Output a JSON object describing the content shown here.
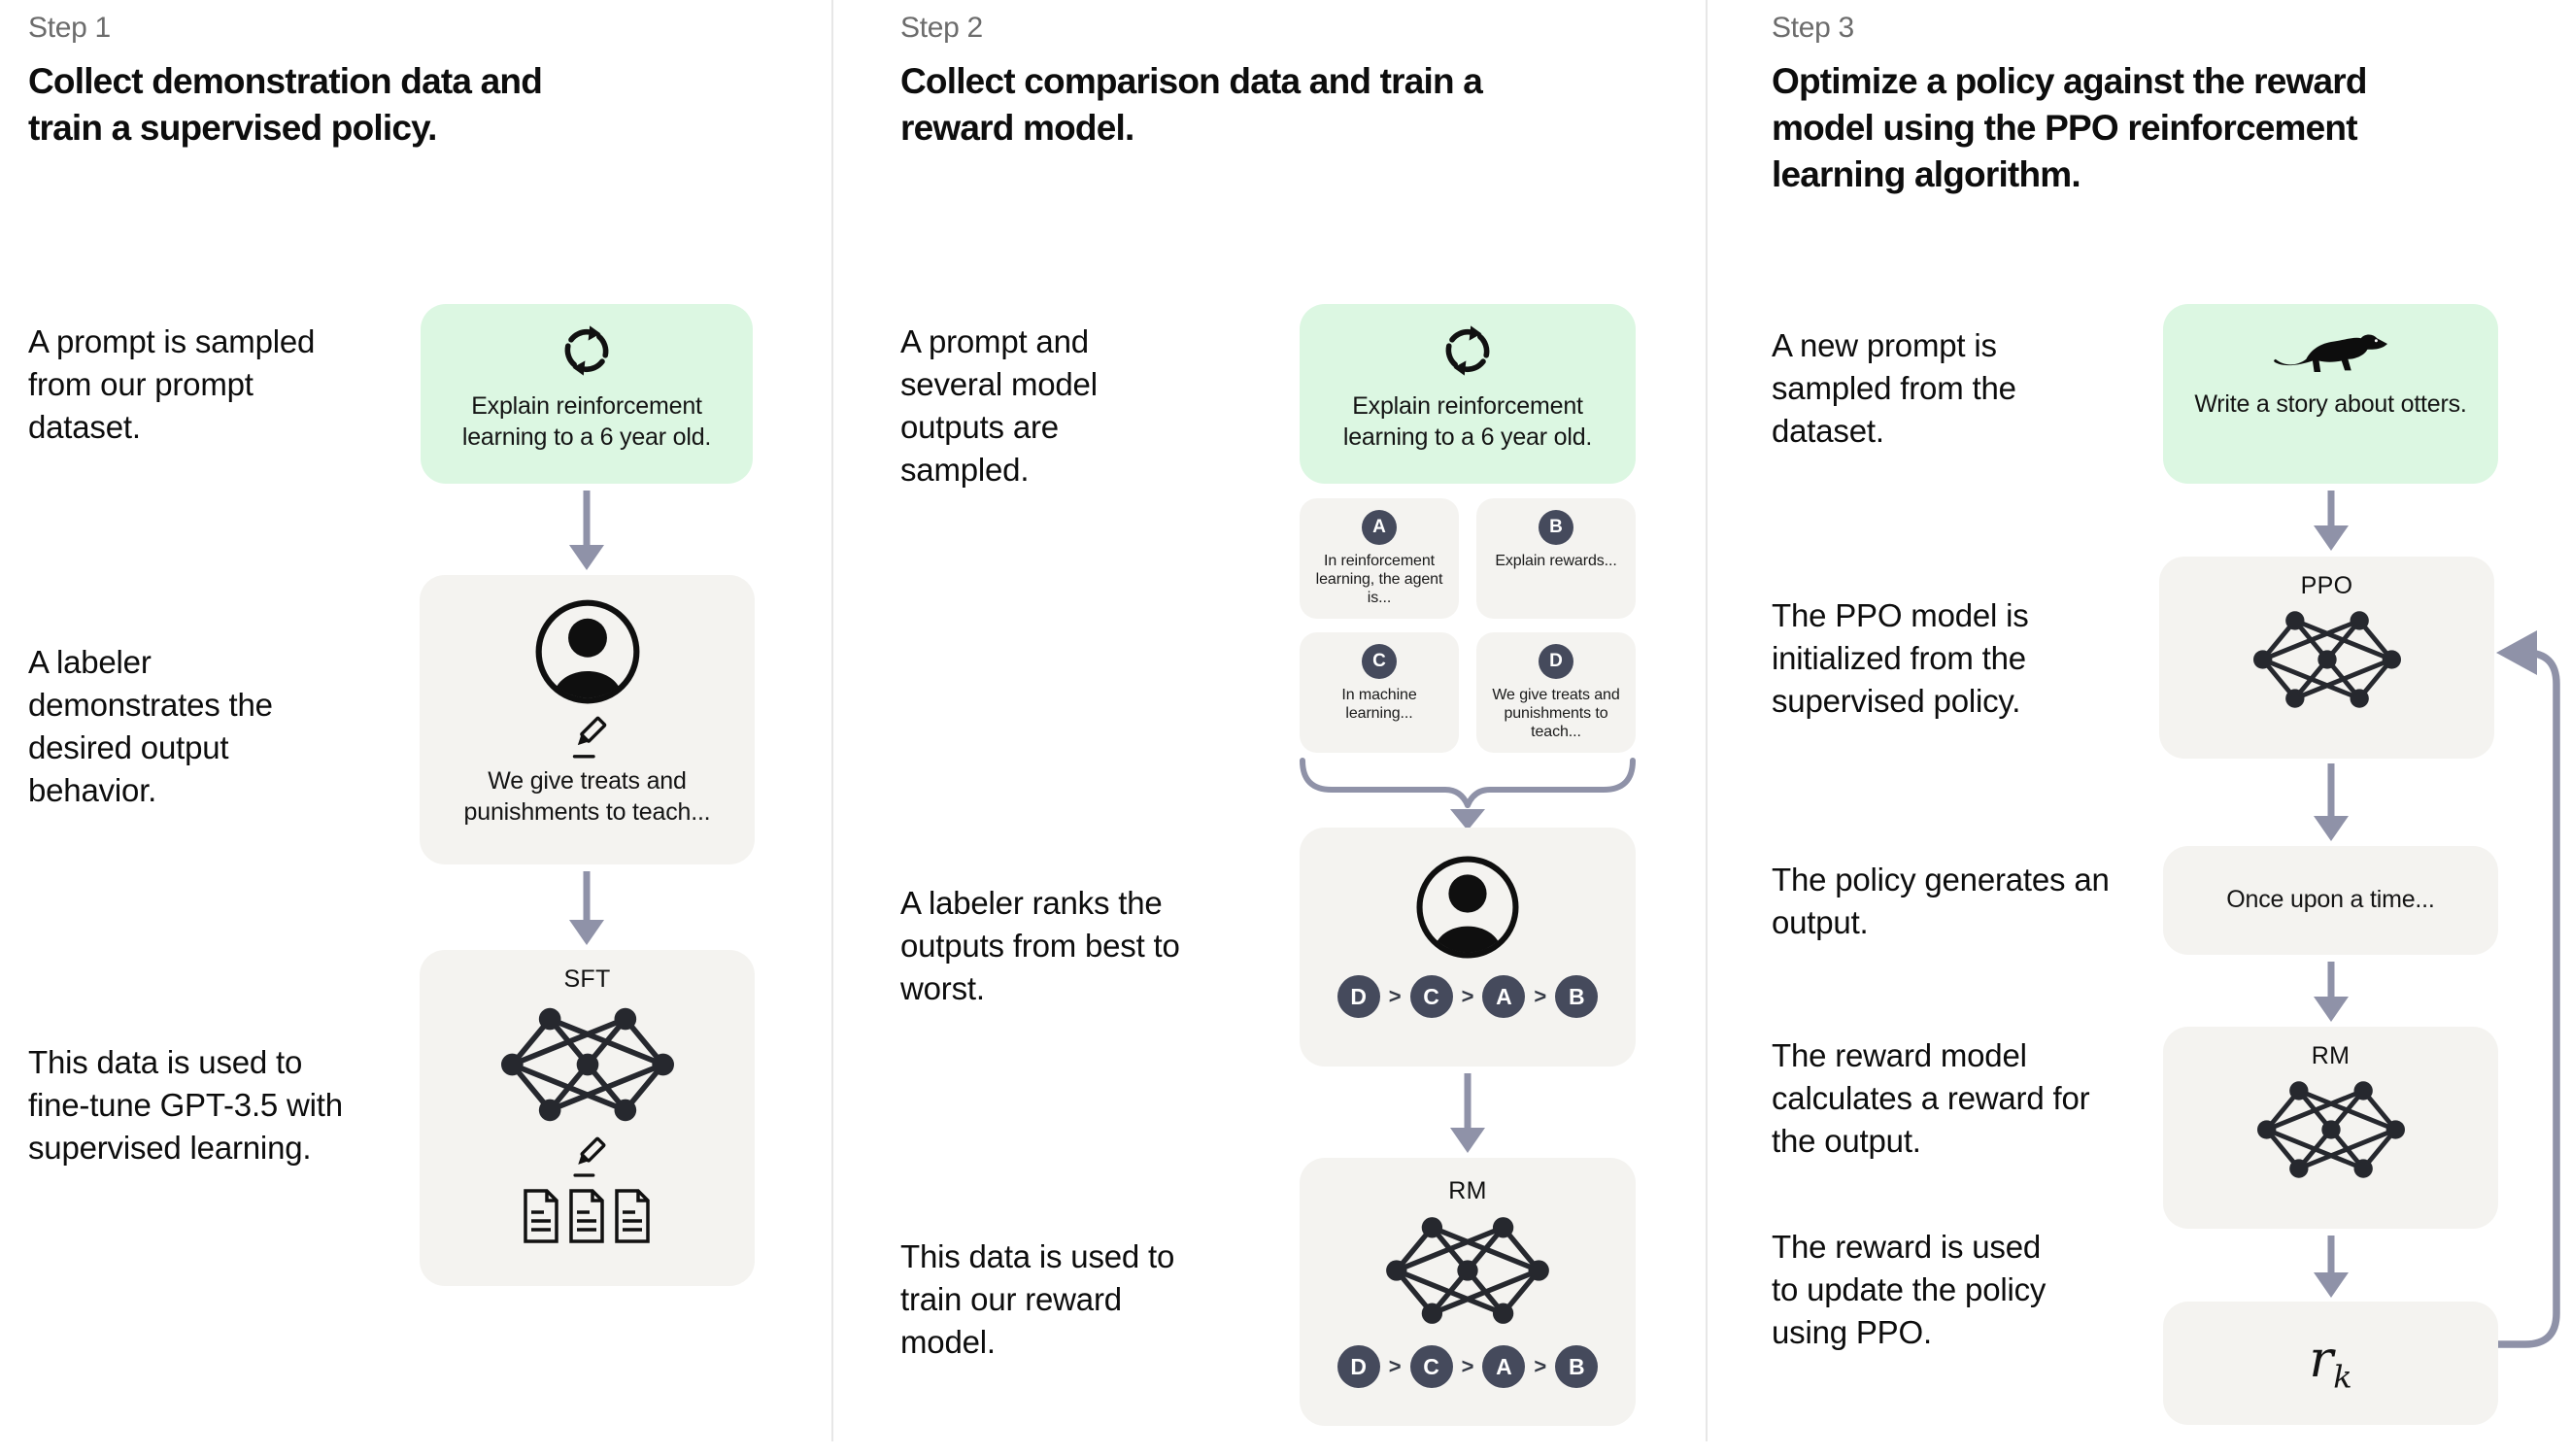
{
  "ui": {
    "gt": ">"
  },
  "colors": {
    "prompt_green": "#dcf7e2",
    "panel_gray": "#f4f3f0",
    "badge_navy": "#454a5c",
    "arrow_gray": "#8f92a8",
    "divider_gray": "#e7e7e7"
  },
  "step1": {
    "label": "Step 1",
    "title": "Collect demonstration data and train a supervised policy.",
    "text_prompt": "A prompt is sampled from our prompt dataset.",
    "text_labeler": "A labeler demonstrates the desired output behavior.",
    "text_finetune": "This data is used to fine-tune GPT-3.5 with supervised learning.",
    "prompt_box_text": "Explain reinforcement learning to a 6 year old.",
    "labeler_box_text": "We give treats and punishments to teach...",
    "model_label": "SFT"
  },
  "step2": {
    "label": "Step 2",
    "title": "Collect comparison data and train a reward model.",
    "text_sampled": "A prompt and several model outputs are sampled.",
    "text_ranks": "A labeler ranks the outputs from best to worst.",
    "text_train": "This data is used to train our reward model.",
    "prompt_box_text": "Explain reinforcement learning to a 6 year old.",
    "outputs": [
      {
        "id": "A",
        "text": "In reinforcement learning, the agent is..."
      },
      {
        "id": "B",
        "text": "Explain rewards..."
      },
      {
        "id": "C",
        "text": "In machine learning..."
      },
      {
        "id": "D",
        "text": "We give treats and punishments to teach..."
      }
    ],
    "ranking": [
      "D",
      "C",
      "A",
      "B"
    ],
    "model_label": "RM"
  },
  "step3": {
    "label": "Step 3",
    "title": "Optimize a policy against the reward model using the PPO reinforcement learning algorithm.",
    "text_new_prompt": "A new prompt is sampled from the dataset.",
    "text_init": "The PPO model is initialized from the supervised policy.",
    "text_generates": "The policy generates an output.",
    "text_calculates": "The reward model calculates a reward for the output.",
    "text_update": "The reward is used to update the policy using PPO.",
    "prompt_box_text": "Write a story about otters.",
    "ppo_label": "PPO",
    "output_box_text": "Once upon a time...",
    "rm_label": "RM",
    "reward_symbol": "r",
    "reward_subscript": "k"
  }
}
